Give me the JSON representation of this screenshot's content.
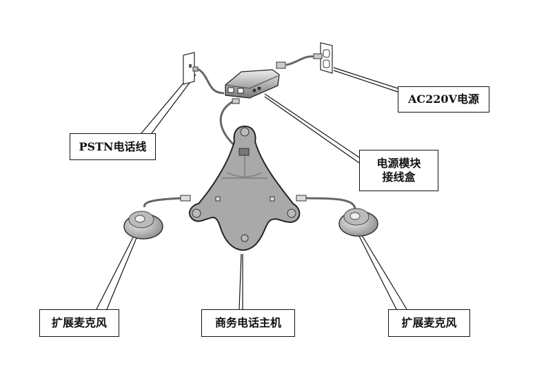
{
  "labels": {
    "pstn": "PSTN电话线",
    "ac_power": "AC220V电源",
    "power_module_line1": "电源模块",
    "power_module_line2": "接线盒",
    "mic_left": "扩展麦克风",
    "main_unit": "商务电话主机",
    "mic_right": "扩展麦克风"
  },
  "colors": {
    "device_fill": "#a9a9a9",
    "device_stroke": "#333333",
    "line": "#111111"
  }
}
